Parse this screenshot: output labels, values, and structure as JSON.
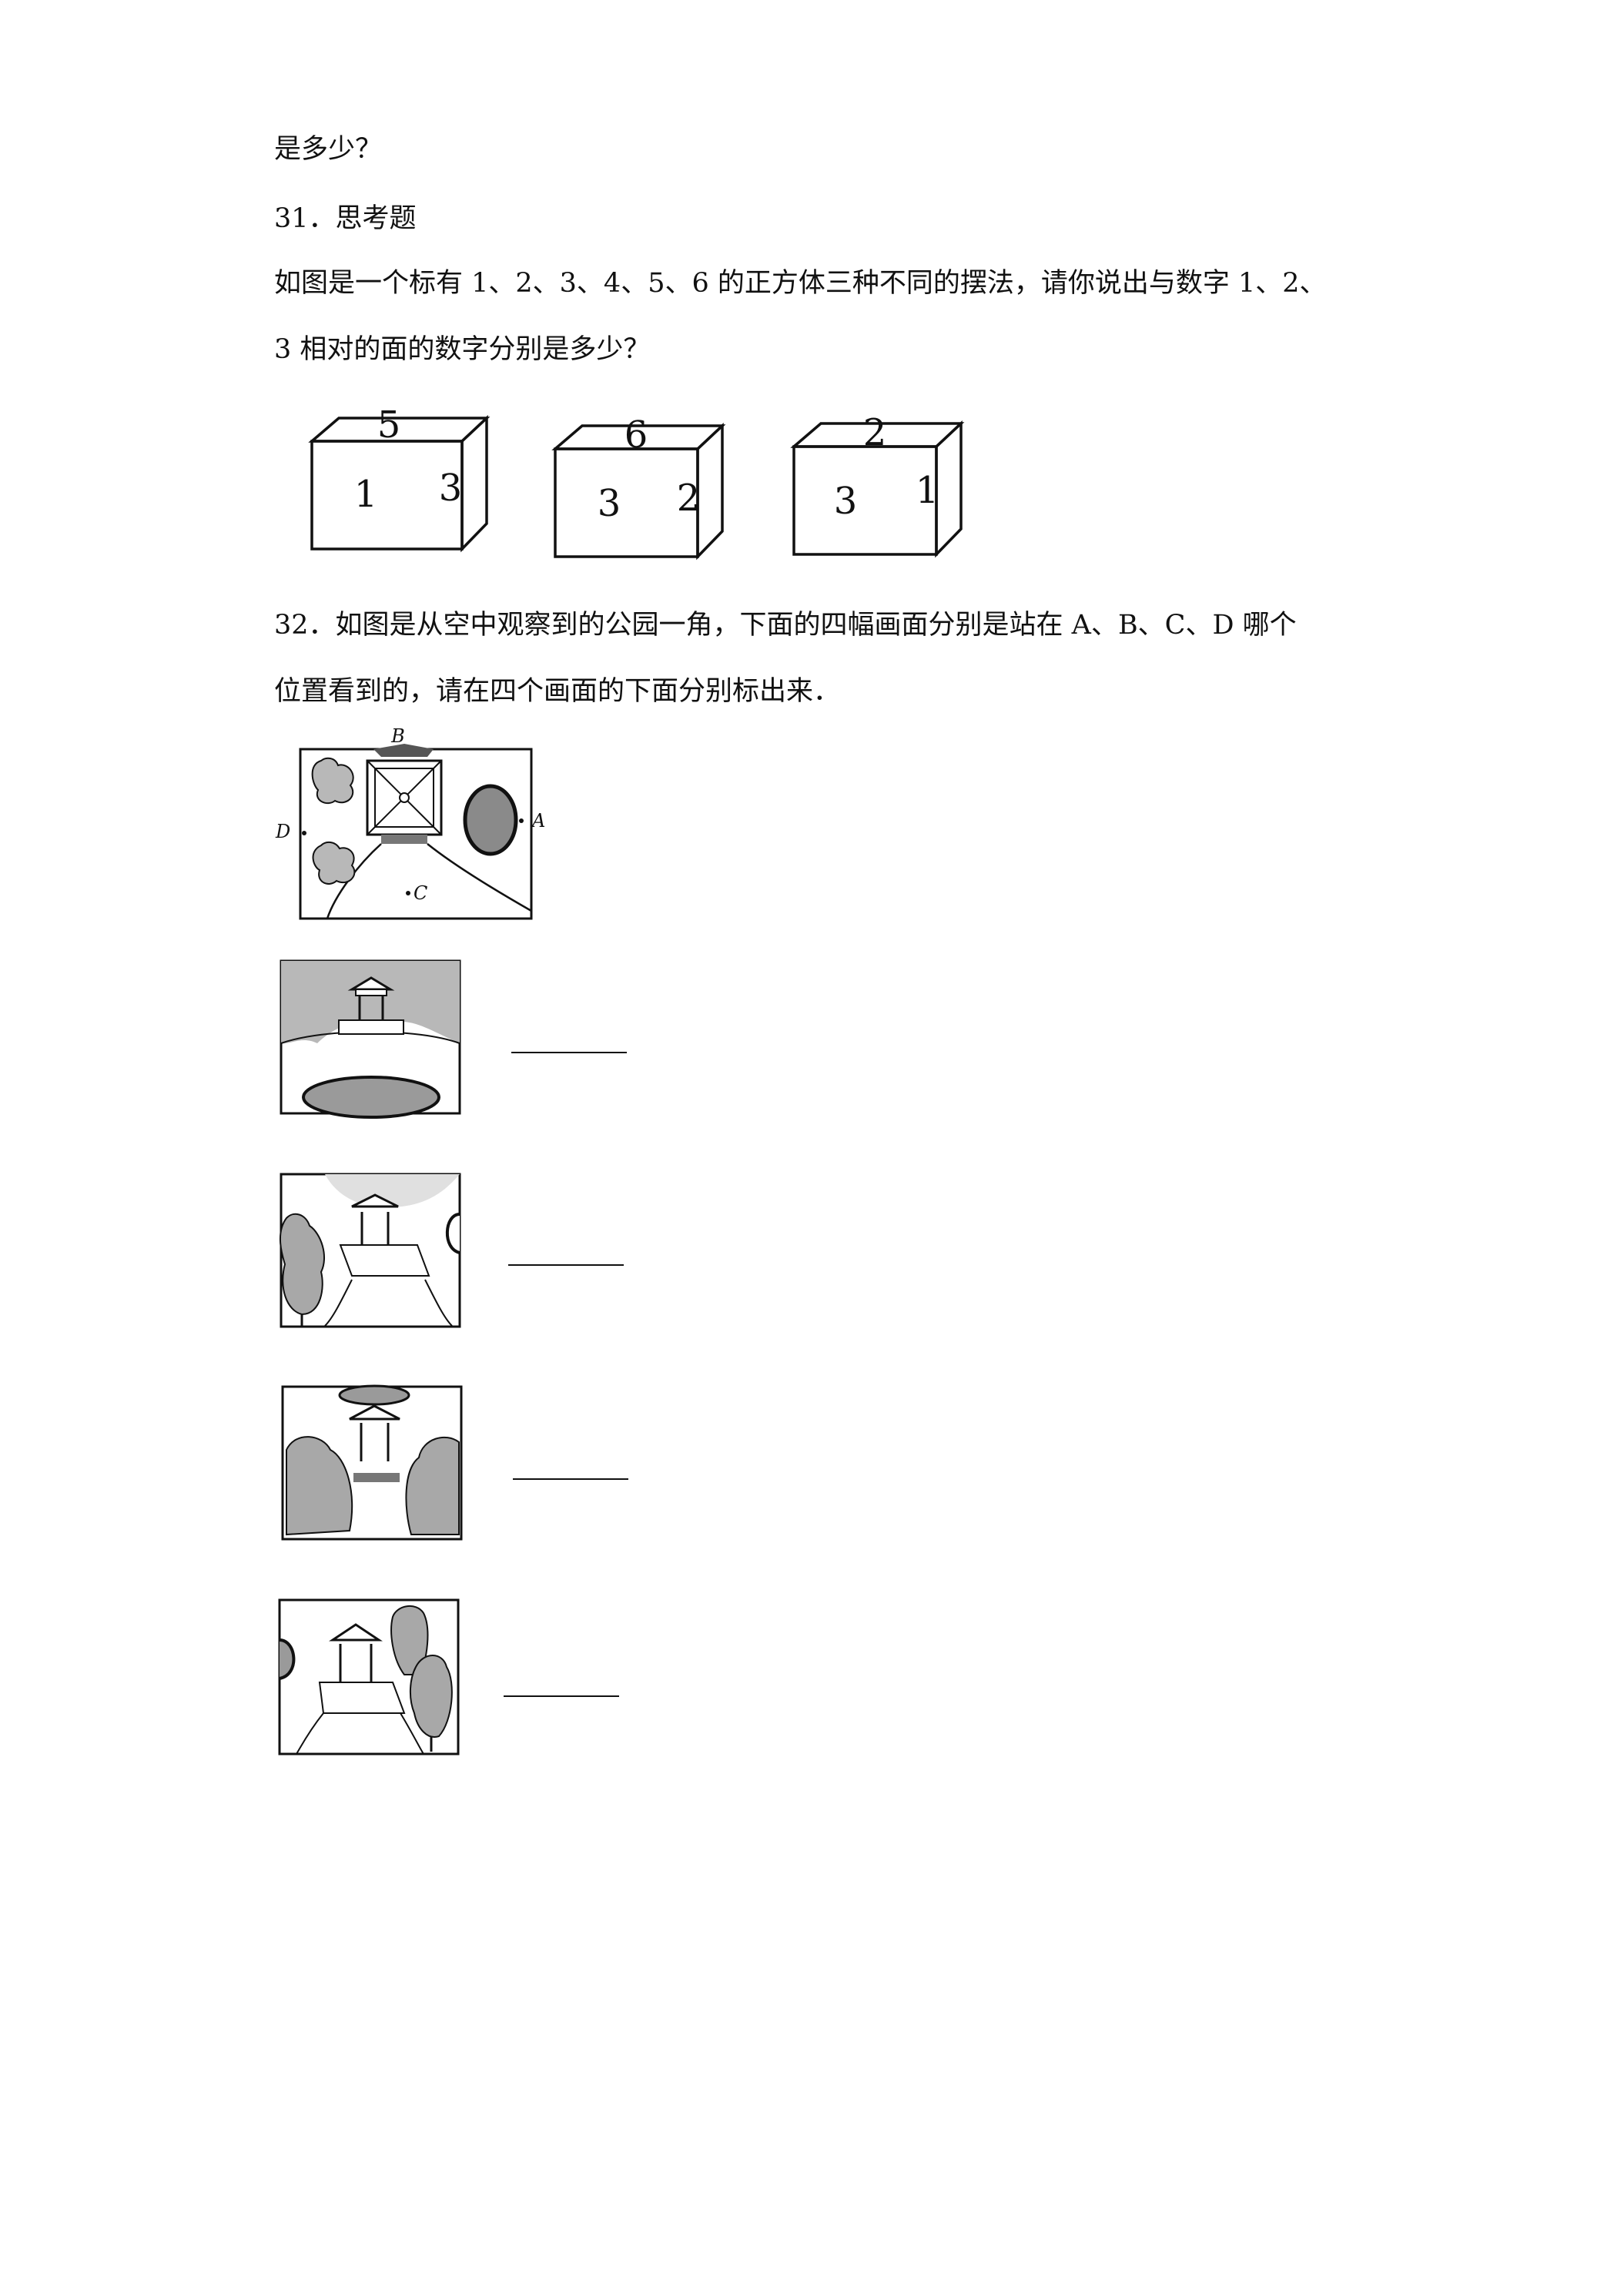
{
  "text": {
    "line1": "是多少？",
    "q31_title": "31．思考题",
    "q31_line1": "如图是一个标有 1、2、3、4、5、6 的正方体三种不同的摆法，请你说出与数字 1、2、",
    "q31_line2": "3 相对的面的数字分别是多少？",
    "q32_line1": "32．如图是从空中观察到的公园一角，下面的四幅画面分别是站在 A、B、C、D 哪个",
    "q32_line2": "位置看到的，请在四个画面的下面分别标出来．"
  },
  "cubes": [
    {
      "top": "5",
      "front": "1",
      "right": "3"
    },
    {
      "top": "6",
      "front": "3",
      "right": "2"
    },
    {
      "top": "2",
      "front": "3",
      "right": "1"
    }
  ],
  "map_labels": {
    "a": "A",
    "b": "B",
    "c": "C",
    "d": "D"
  },
  "colors": {
    "ink": "#111111",
    "shade": "#8a8a8a",
    "light_shade": "#b8b8b8"
  }
}
